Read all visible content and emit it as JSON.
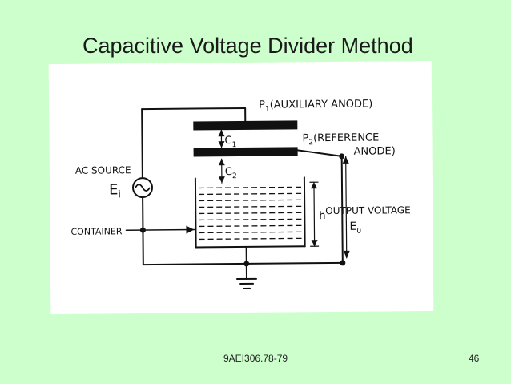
{
  "slide": {
    "title": "Capacitive Voltage Divider Method",
    "footer_code": "9AEI306.78-79",
    "page_number": "46"
  },
  "diagram": {
    "p1": "P",
    "p1_sub": "1",
    "p1_desc": "(AUXILIARY ANODE)",
    "p2": "P",
    "p2_sub": "2",
    "p2_desc": "(REFERENCE",
    "p2_desc2": "ANODE)",
    "c1": "C",
    "c1_sub": "1",
    "c2": "C",
    "c2_sub": "2",
    "ac_source": "AC SOURCE",
    "ei": "E",
    "ei_sub": "i",
    "container": "CONTAINER",
    "h": "h",
    "output_voltage": "OUTPUT VOLTAGE",
    "e0": "E",
    "e0_sub": "0"
  }
}
